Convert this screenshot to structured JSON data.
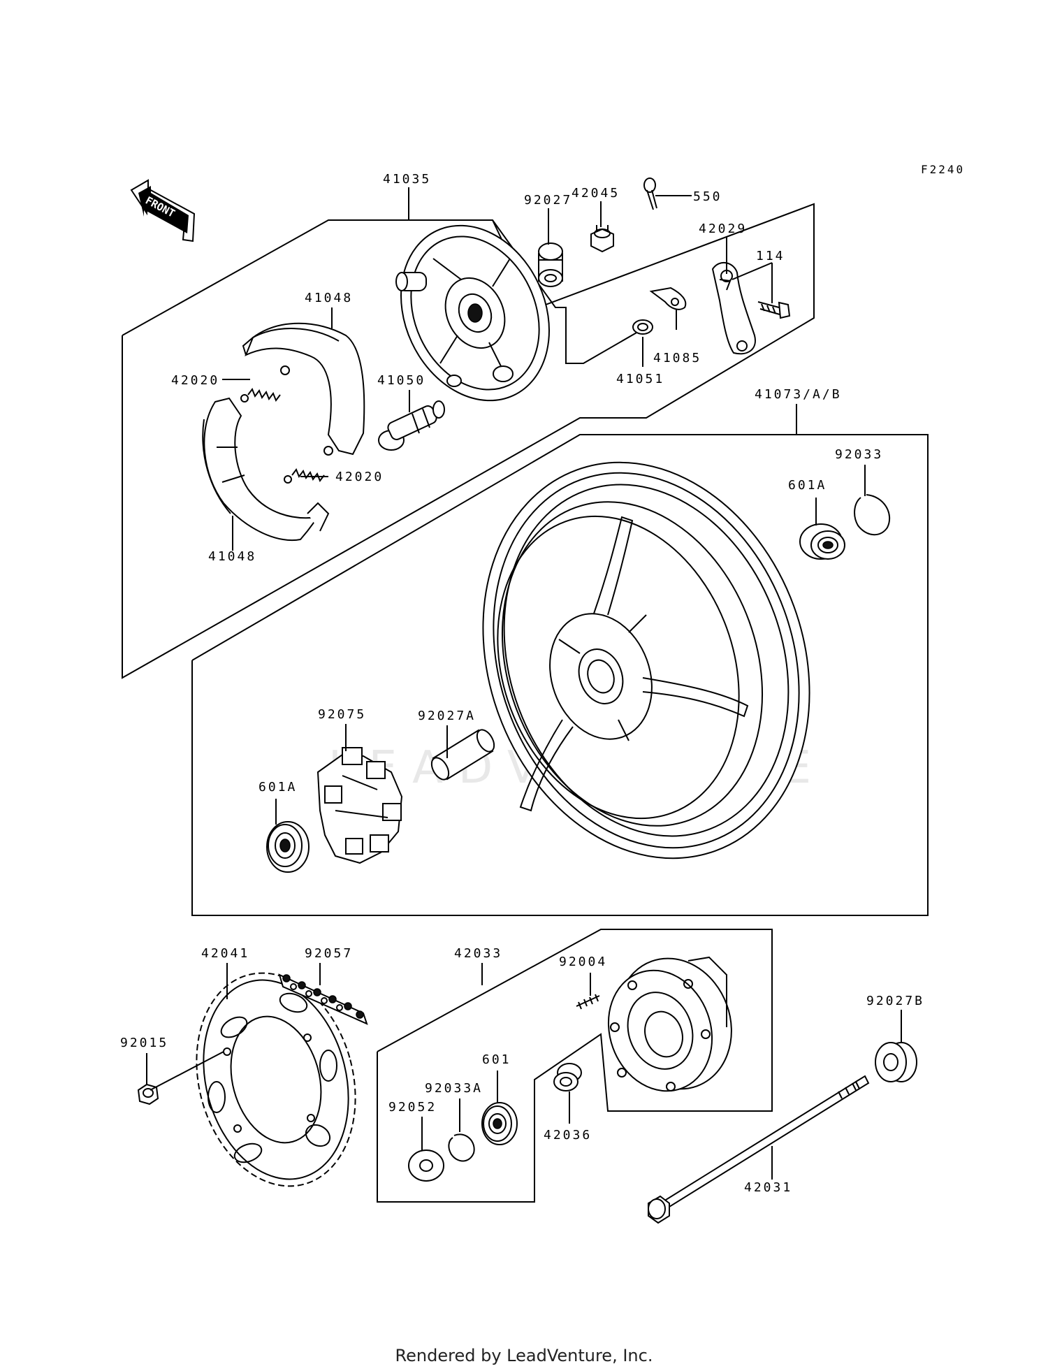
{
  "figure_id": "F2240",
  "front_label": "FRONT",
  "watermark": "LEADVENTURE",
  "footer": "Rendered by LeadVenture, Inc.",
  "callouts": {
    "p41035": "41035",
    "p92027": "92027",
    "p42045": "42045",
    "p550": "550",
    "p42029": "42029",
    "p114": "114",
    "p41048_top": "41048",
    "p42020_top": "42020",
    "p41050": "41050",
    "p42020_bot": "42020",
    "p41048_bot": "41048",
    "p41051": "41051",
    "p41085": "41085",
    "p41073": "41073/A/B",
    "p92033": "92033",
    "p601A_right": "601A",
    "p92027A": "92027A",
    "p92075": "92075",
    "p601A_left": "601A",
    "p42041": "42041",
    "p92057": "92057",
    "p92015": "92015",
    "p42033": "42033",
    "p92004": "92004",
    "p92027B": "92027B",
    "p601": "601",
    "p92033A": "92033A",
    "p92052": "92052",
    "p42036": "42036",
    "p42031": "42031"
  }
}
